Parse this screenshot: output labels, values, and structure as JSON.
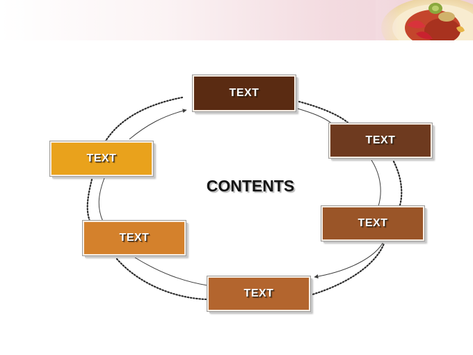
{
  "slide": {
    "center_title": "CONTENTS",
    "nodes": [
      {
        "label": "TEXT",
        "color": "#5a2b12"
      },
      {
        "label": "TEXT",
        "color": "#6e3a1f"
      },
      {
        "label": "TEXT",
        "color": "#9a5528"
      },
      {
        "label": "TEXT",
        "color": "#b3652e"
      },
      {
        "label": "TEXT",
        "color": "#d4812c"
      },
      {
        "label": "TEXT",
        "color": "#e9a21c"
      }
    ]
  },
  "palette": {
    "connector_dotted": "#2b2b2b",
    "connector_solid": "#3c3c3c"
  }
}
